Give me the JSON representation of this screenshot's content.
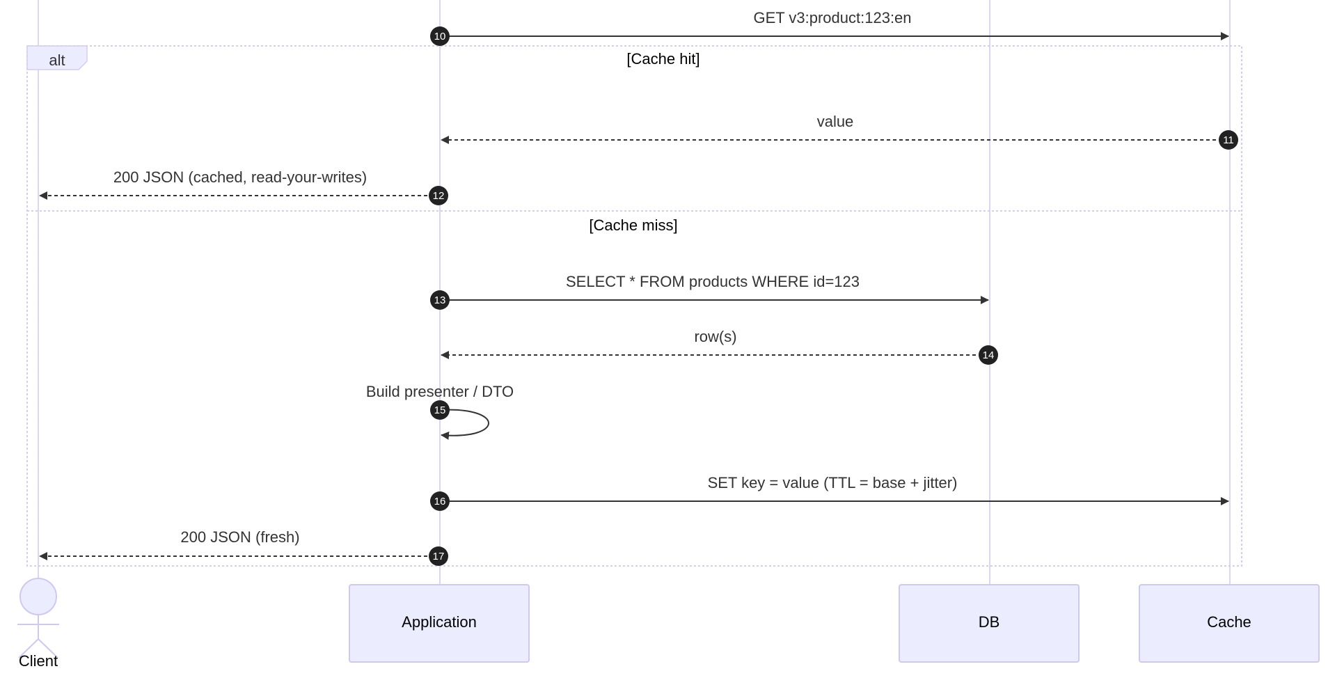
{
  "colors": {
    "lifeline": "#dcd6f2",
    "actor_fill": "#ececff",
    "actor_stroke": "#cfc8ef",
    "arrow": "#333333",
    "number_fill": "#222222",
    "frame": "#d4cdf2"
  },
  "participants": {
    "client": "Client",
    "application": "Application",
    "db": "DB",
    "cache": "Cache"
  },
  "alt": {
    "label": "alt",
    "hit": "[Cache hit]",
    "miss": "[Cache miss]"
  },
  "messages": [
    {
      "n": "10",
      "text": "GET v3:product:123:en",
      "from": "application",
      "to": "cache",
      "style": "solid"
    },
    {
      "n": "11",
      "text": "value",
      "from": "cache",
      "to": "application",
      "style": "dashed"
    },
    {
      "n": "12",
      "text": "200 JSON (cached, read-your-writes)",
      "from": "application",
      "to": "client",
      "style": "dashed"
    },
    {
      "n": "13",
      "text": "SELECT * FROM products WHERE id=123",
      "from": "application",
      "to": "db",
      "style": "solid"
    },
    {
      "n": "14",
      "text": "row(s)",
      "from": "db",
      "to": "application",
      "style": "dashed"
    },
    {
      "n": "15",
      "text": "Build presenter / DTO",
      "from": "application",
      "to": "application",
      "style": "self"
    },
    {
      "n": "16",
      "text": "SET key = value (TTL = base + jitter)",
      "from": "application",
      "to": "cache",
      "style": "solid"
    },
    {
      "n": "17",
      "text": "200 JSON (fresh)",
      "from": "application",
      "to": "client",
      "style": "dashed"
    }
  ]
}
